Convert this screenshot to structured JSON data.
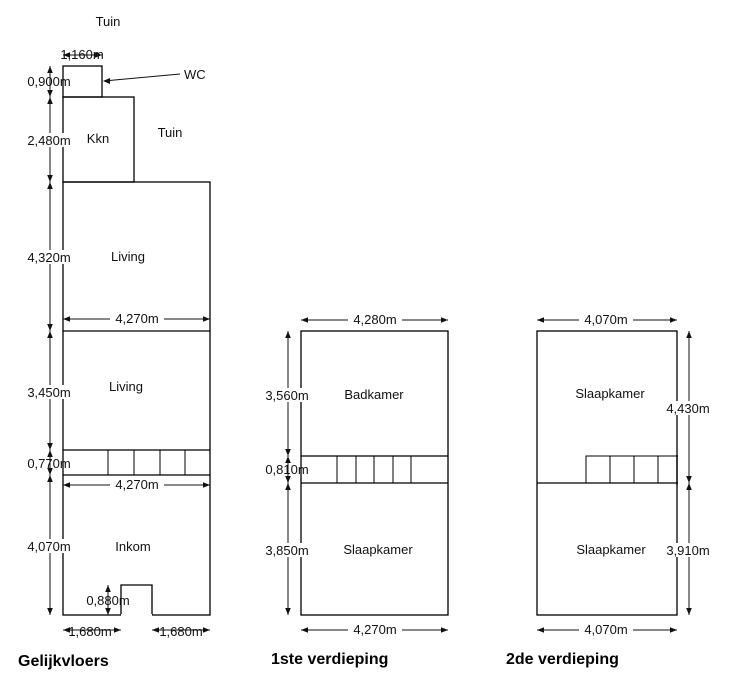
{
  "floors": {
    "gelijkvloers": {
      "title": "Gelijkvloers",
      "rooms": {
        "tuin_top": "Tuin",
        "wc": "WC",
        "kkn": "Kkn",
        "tuin_side": "Tuin",
        "living1": "Living",
        "living2": "Living",
        "inkom": "Inkom"
      },
      "dims": {
        "wc_width": "1,160m",
        "wc_depth": "0,900m",
        "kkn_depth": "2,480m",
        "living1_depth": "4,320m",
        "width_1": "4,270m",
        "living2_depth": "3,450m",
        "stair_depth": "0,770m",
        "width_2": "4,270m",
        "inkom_depth": "4,070m",
        "entrance_depth": "0,880m",
        "front_left": "1,680m",
        "front_right": "1,680m"
      }
    },
    "eerste": {
      "title": "1ste verdieping",
      "rooms": {
        "badkamer": "Badkamer",
        "slaapkamer": "Slaapkamer"
      },
      "dims": {
        "top_width": "4,280m",
        "badkamer_depth": "3,560m",
        "stair_depth": "0,810m",
        "slaapkamer_depth": "3,850m",
        "bottom_width": "4,270m"
      }
    },
    "tweede": {
      "title": "2de verdieping",
      "rooms": {
        "slaapkamer_top": "Slaapkamer",
        "slaapkamer_bottom": "Slaapkamer"
      },
      "dims": {
        "top_width": "4,070m",
        "top_depth": "4,430m",
        "bottom_depth": "3,910m",
        "bottom_width": "4,070m"
      }
    }
  }
}
